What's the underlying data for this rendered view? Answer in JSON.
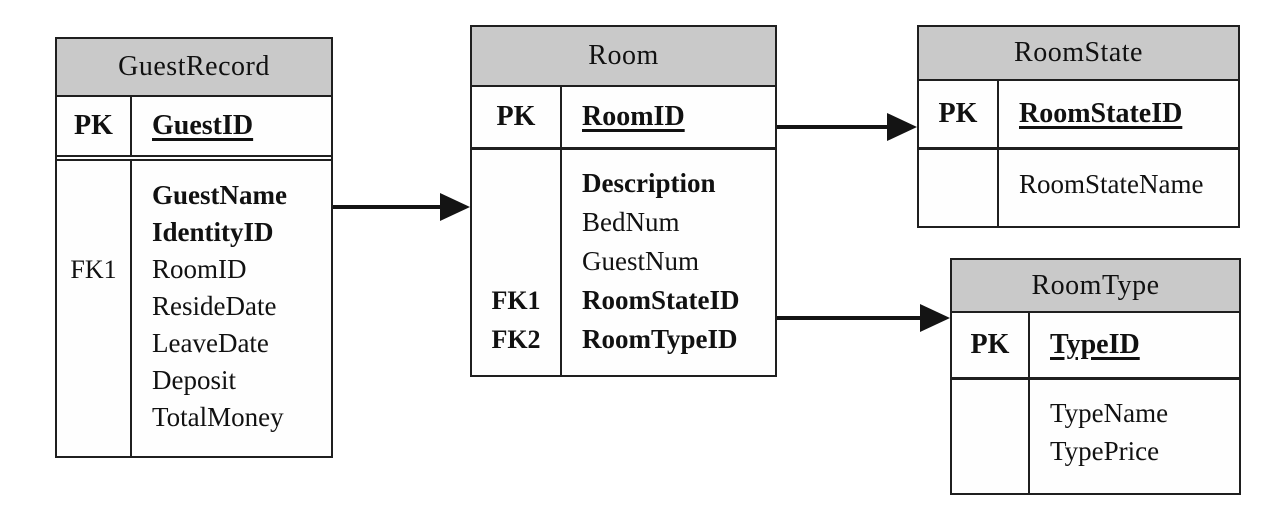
{
  "diagram": {
    "kind": "entity-relationship-diagram",
    "colors": {
      "header_fill": "#c9c9c9",
      "border": "#1f1f1f",
      "arrow": "#141414",
      "background": "#ffffff",
      "text": "#111111"
    }
  },
  "entities": [
    {
      "title": "GuestRecord",
      "pk_label": "PK",
      "pk_field": "GuestID",
      "rows": [
        {
          "fk": "",
          "field": "GuestName",
          "bold": true,
          "fk_bold": false
        },
        {
          "fk": "",
          "field": "IdentityID",
          "bold": true,
          "fk_bold": false
        },
        {
          "fk": "FK1",
          "field": "RoomID",
          "bold": false,
          "fk_bold": false
        },
        {
          "fk": "",
          "field": "ResideDate",
          "bold": false,
          "fk_bold": false
        },
        {
          "fk": "",
          "field": "LeaveDate",
          "bold": false,
          "fk_bold": false
        },
        {
          "fk": "",
          "field": "Deposit",
          "bold": false,
          "fk_bold": false
        },
        {
          "fk": "",
          "field": "TotalMoney",
          "bold": false,
          "fk_bold": false
        }
      ]
    },
    {
      "title": "Room",
      "pk_label": "PK",
      "pk_field": "RoomID",
      "rows": [
        {
          "fk": "",
          "field": "Description",
          "bold": true,
          "fk_bold": false
        },
        {
          "fk": "",
          "field": "BedNum",
          "bold": false,
          "fk_bold": false
        },
        {
          "fk": "",
          "field": "GuestNum",
          "bold": false,
          "fk_bold": false
        },
        {
          "fk": "FK1",
          "field": "RoomStateID",
          "bold": true,
          "fk_bold": true
        },
        {
          "fk": "FK2",
          "field": "RoomTypeID",
          "bold": true,
          "fk_bold": true
        }
      ]
    },
    {
      "title": "RoomState",
      "pk_label": "PK",
      "pk_field": "RoomStateID",
      "rows": [
        {
          "fk": "",
          "field": "RoomStateName",
          "bold": false,
          "fk_bold": false
        }
      ]
    },
    {
      "title": "RoomType",
      "pk_label": "PK",
      "pk_field": "TypeID",
      "rows": [
        {
          "fk": "",
          "field": "TypeName",
          "bold": false,
          "fk_bold": false
        },
        {
          "fk": "",
          "field": "TypePrice",
          "bold": false,
          "fk_bold": false
        }
      ]
    }
  ],
  "relationships": [
    {
      "from": "GuestRecord",
      "to": "Room"
    },
    {
      "from": "Room",
      "to": "RoomState"
    },
    {
      "from": "Room",
      "to": "RoomType"
    }
  ]
}
